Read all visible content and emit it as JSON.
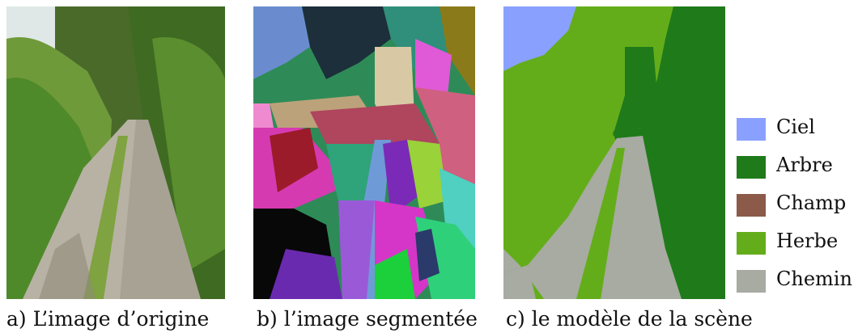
{
  "captions": {
    "a": "a) L’image d’origine",
    "b": "b) l’image segmentée",
    "c": "c) le modèle de la scène"
  },
  "legend": [
    {
      "label": "Ciel",
      "color": "#8aa0ff"
    },
    {
      "label": "Arbre",
      "color": "#1f7a1a"
    },
    {
      "label": "Champ",
      "color": "#8c5a48"
    },
    {
      "label": "Herbe",
      "color": "#64ad1a"
    },
    {
      "label": "Chemin",
      "color": "#a7aba2"
    }
  ]
}
